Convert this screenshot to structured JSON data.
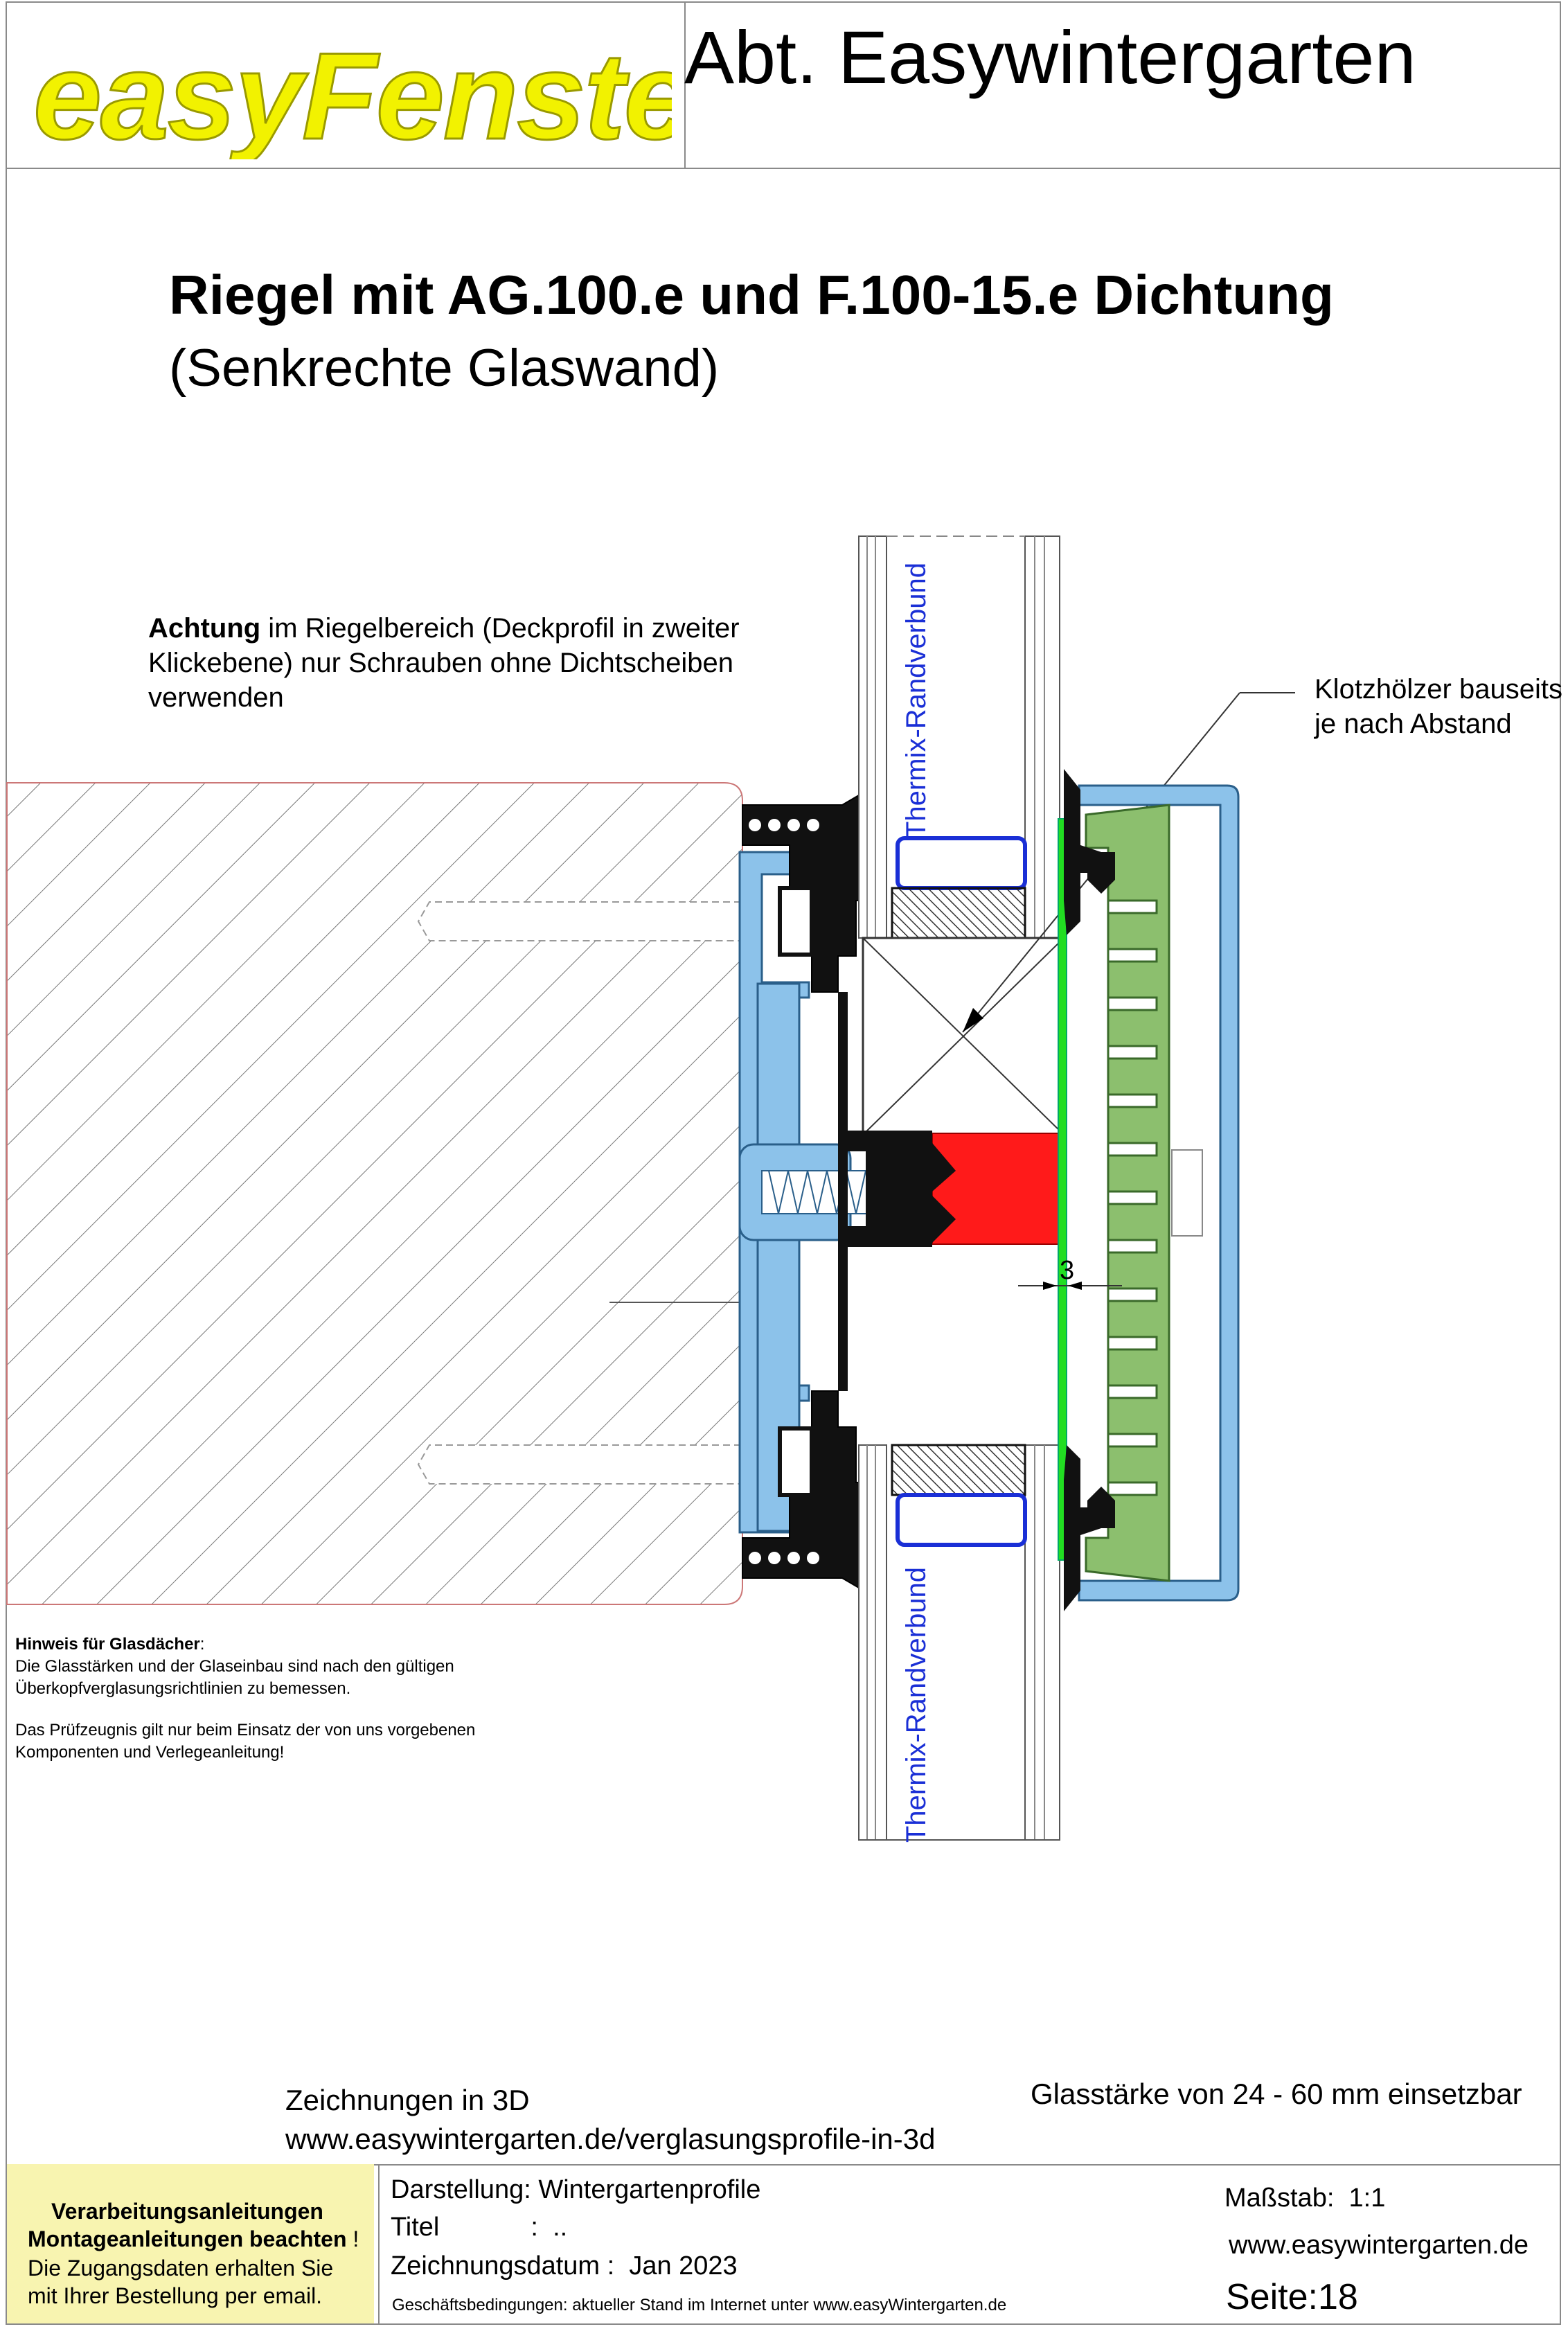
{
  "header": {
    "logo_text": "easyFenster",
    "department": "Abt. Easywintergarten"
  },
  "drawing": {
    "title": "Riegel mit AG.100.e und F.100-15.e Dichtung",
    "subtitle": "(Senkrechte Glaswand)"
  },
  "notes": {
    "warning_bold": "Achtung",
    "warning_line1": " im Riegelbereich (Deckprofil in zweiter",
    "warning_line2": "Klickebene) nur Schrauben ohne Dichtscheiben",
    "warning_line3": "verwenden",
    "block_line1": "Klotzhölzer bauseits",
    "block_line2": "je nach Abstand",
    "label_top": "Thermix-Randverbund",
    "label_bottom": "Thermix-Randverbund",
    "dimension": "3"
  },
  "glass_roof": {
    "heading": "Hinweis für Glasdächer",
    "line1": "Die Glasstärken und der Glaseinbau sind nach den gültigen",
    "line2": "Überkopfverglasungsrichtlinien zu bemessen.",
    "line3": "Das Prüfzeugnis gilt nur beim Einsatz der von uns vorgebenen",
    "line4": "Komponenten und Verlegeanleitung!"
  },
  "bottom": {
    "zeichnungen_3d": "Zeichnungen in 3D",
    "url_3d": "www.easywintergarten.de/verglasungsprofile-in-3d",
    "glass_thickness": "Glasstärke von 24 - 60 mm einsetzbar"
  },
  "footer": {
    "instr_line1": "Verarbeitungsanleitungen",
    "instr_line2": "Montageanleitungen beachten",
    "instr_excl": " !",
    "instr_line3": "Die Zugangsdaten erhalten Sie",
    "instr_line4": "mit Ihrer Bestellung per email.",
    "darstellung": "Darstellung: Wintergartenprofile",
    "titel_label": "Titel",
    "titel_sep": ":",
    "titel_value": "..",
    "datum_label": "Zeichnungsdatum :",
    "datum_value": "Jan 2023",
    "terms": "Geschäftsbedingungen: aktueller Stand im Internet  unter www.easyWintergarten.de",
    "scale_label": "Maßstab:",
    "scale_value": "1:1",
    "website": "www.easywintergarten.de",
    "page_label": "Seite:",
    "page_value": "18"
  },
  "colors": {
    "logo_yellow": "#f2f200",
    "aluminium_blue": "#8cc2ea",
    "cover_green": "#8cbf6e",
    "glass_green": "#22dd22",
    "spacer_red": "#ff1a1a",
    "thermix_blue": "#1a2fd6",
    "footer_yellow": "#f8f4b0"
  }
}
